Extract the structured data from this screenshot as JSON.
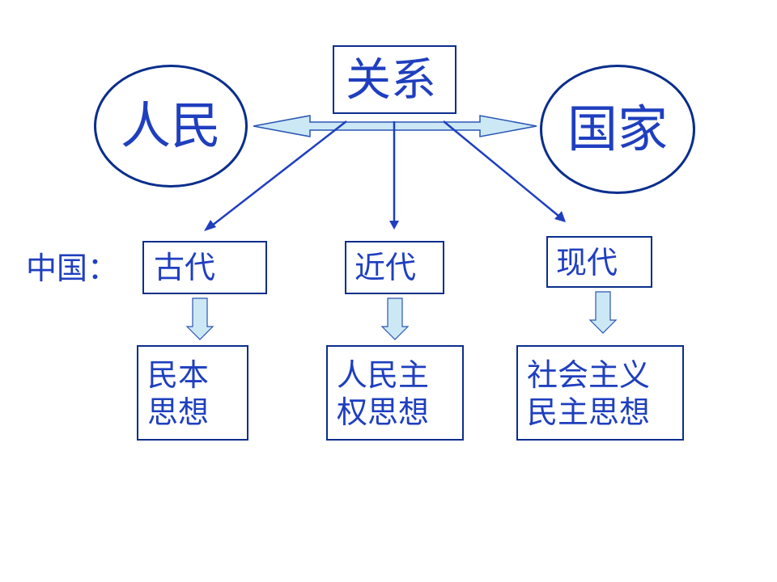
{
  "colors": {
    "text": "#1f3fbf",
    "border": "#0a2e8c",
    "arrow_fill": "#cce8f5",
    "arrow_stroke": "#2a56b3"
  },
  "diagram": {
    "people": "人民",
    "state": "国家",
    "relation": "关系",
    "china_label": "中国：",
    "eras": {
      "ancient": "古代",
      "modern": "近代",
      "contemporary": "现代"
    },
    "thoughts": {
      "ancient": [
        "民本",
        "思想"
      ],
      "modern": [
        "人民主",
        "权思想"
      ],
      "contemporary": [
        "社会主义",
        "民主思想"
      ]
    }
  }
}
